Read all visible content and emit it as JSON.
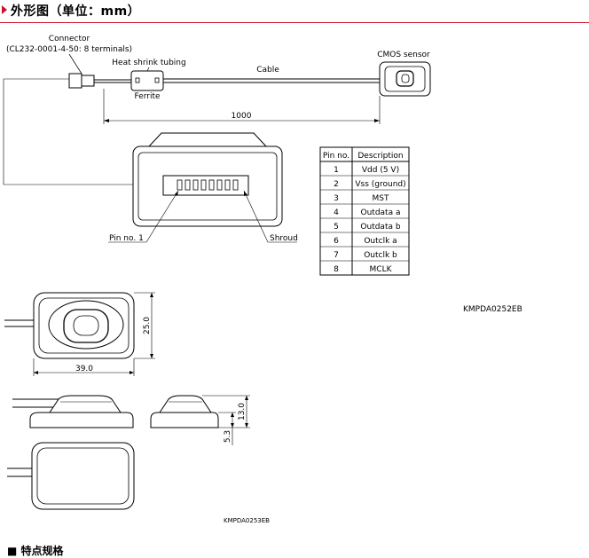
{
  "header": {
    "title": "外形图（单位：mm）",
    "accent_color": "#d0112b"
  },
  "top_diagram": {
    "connector_label": "Connector",
    "connector_model": "(CL232-0001-4-50: 8 terminals)",
    "heat_shrink_label": "Heat shrink tubing",
    "ferrite_label": "Ferrite",
    "cable_label": "Cable",
    "sensor_label": "CMOS sensor",
    "length_dim": "1000",
    "pin1_label": "Pin no. 1",
    "shroud_label": "Shroud"
  },
  "pin_table": {
    "headers": [
      "Pin no.",
      "Description"
    ],
    "rows": [
      [
        "1",
        "Vdd (5 V)"
      ],
      [
        "2",
        "Vss (ground)"
      ],
      [
        "3",
        "MST"
      ],
      [
        "4",
        "Outdata a"
      ],
      [
        "5",
        "Outdata b"
      ],
      [
        "6",
        "Outclk a"
      ],
      [
        "7",
        "Outclk b"
      ],
      [
        "8",
        "MCLK"
      ]
    ]
  },
  "codes": {
    "top": "KMPDA0252EB",
    "bottom": "KMPDA0253EB"
  },
  "sensor_dims": {
    "width": "39.0",
    "height": "25.0",
    "thickness_total": "13.0",
    "thickness_base": "5.3"
  },
  "footer": {
    "partial_heading": "■ 特点规格"
  }
}
